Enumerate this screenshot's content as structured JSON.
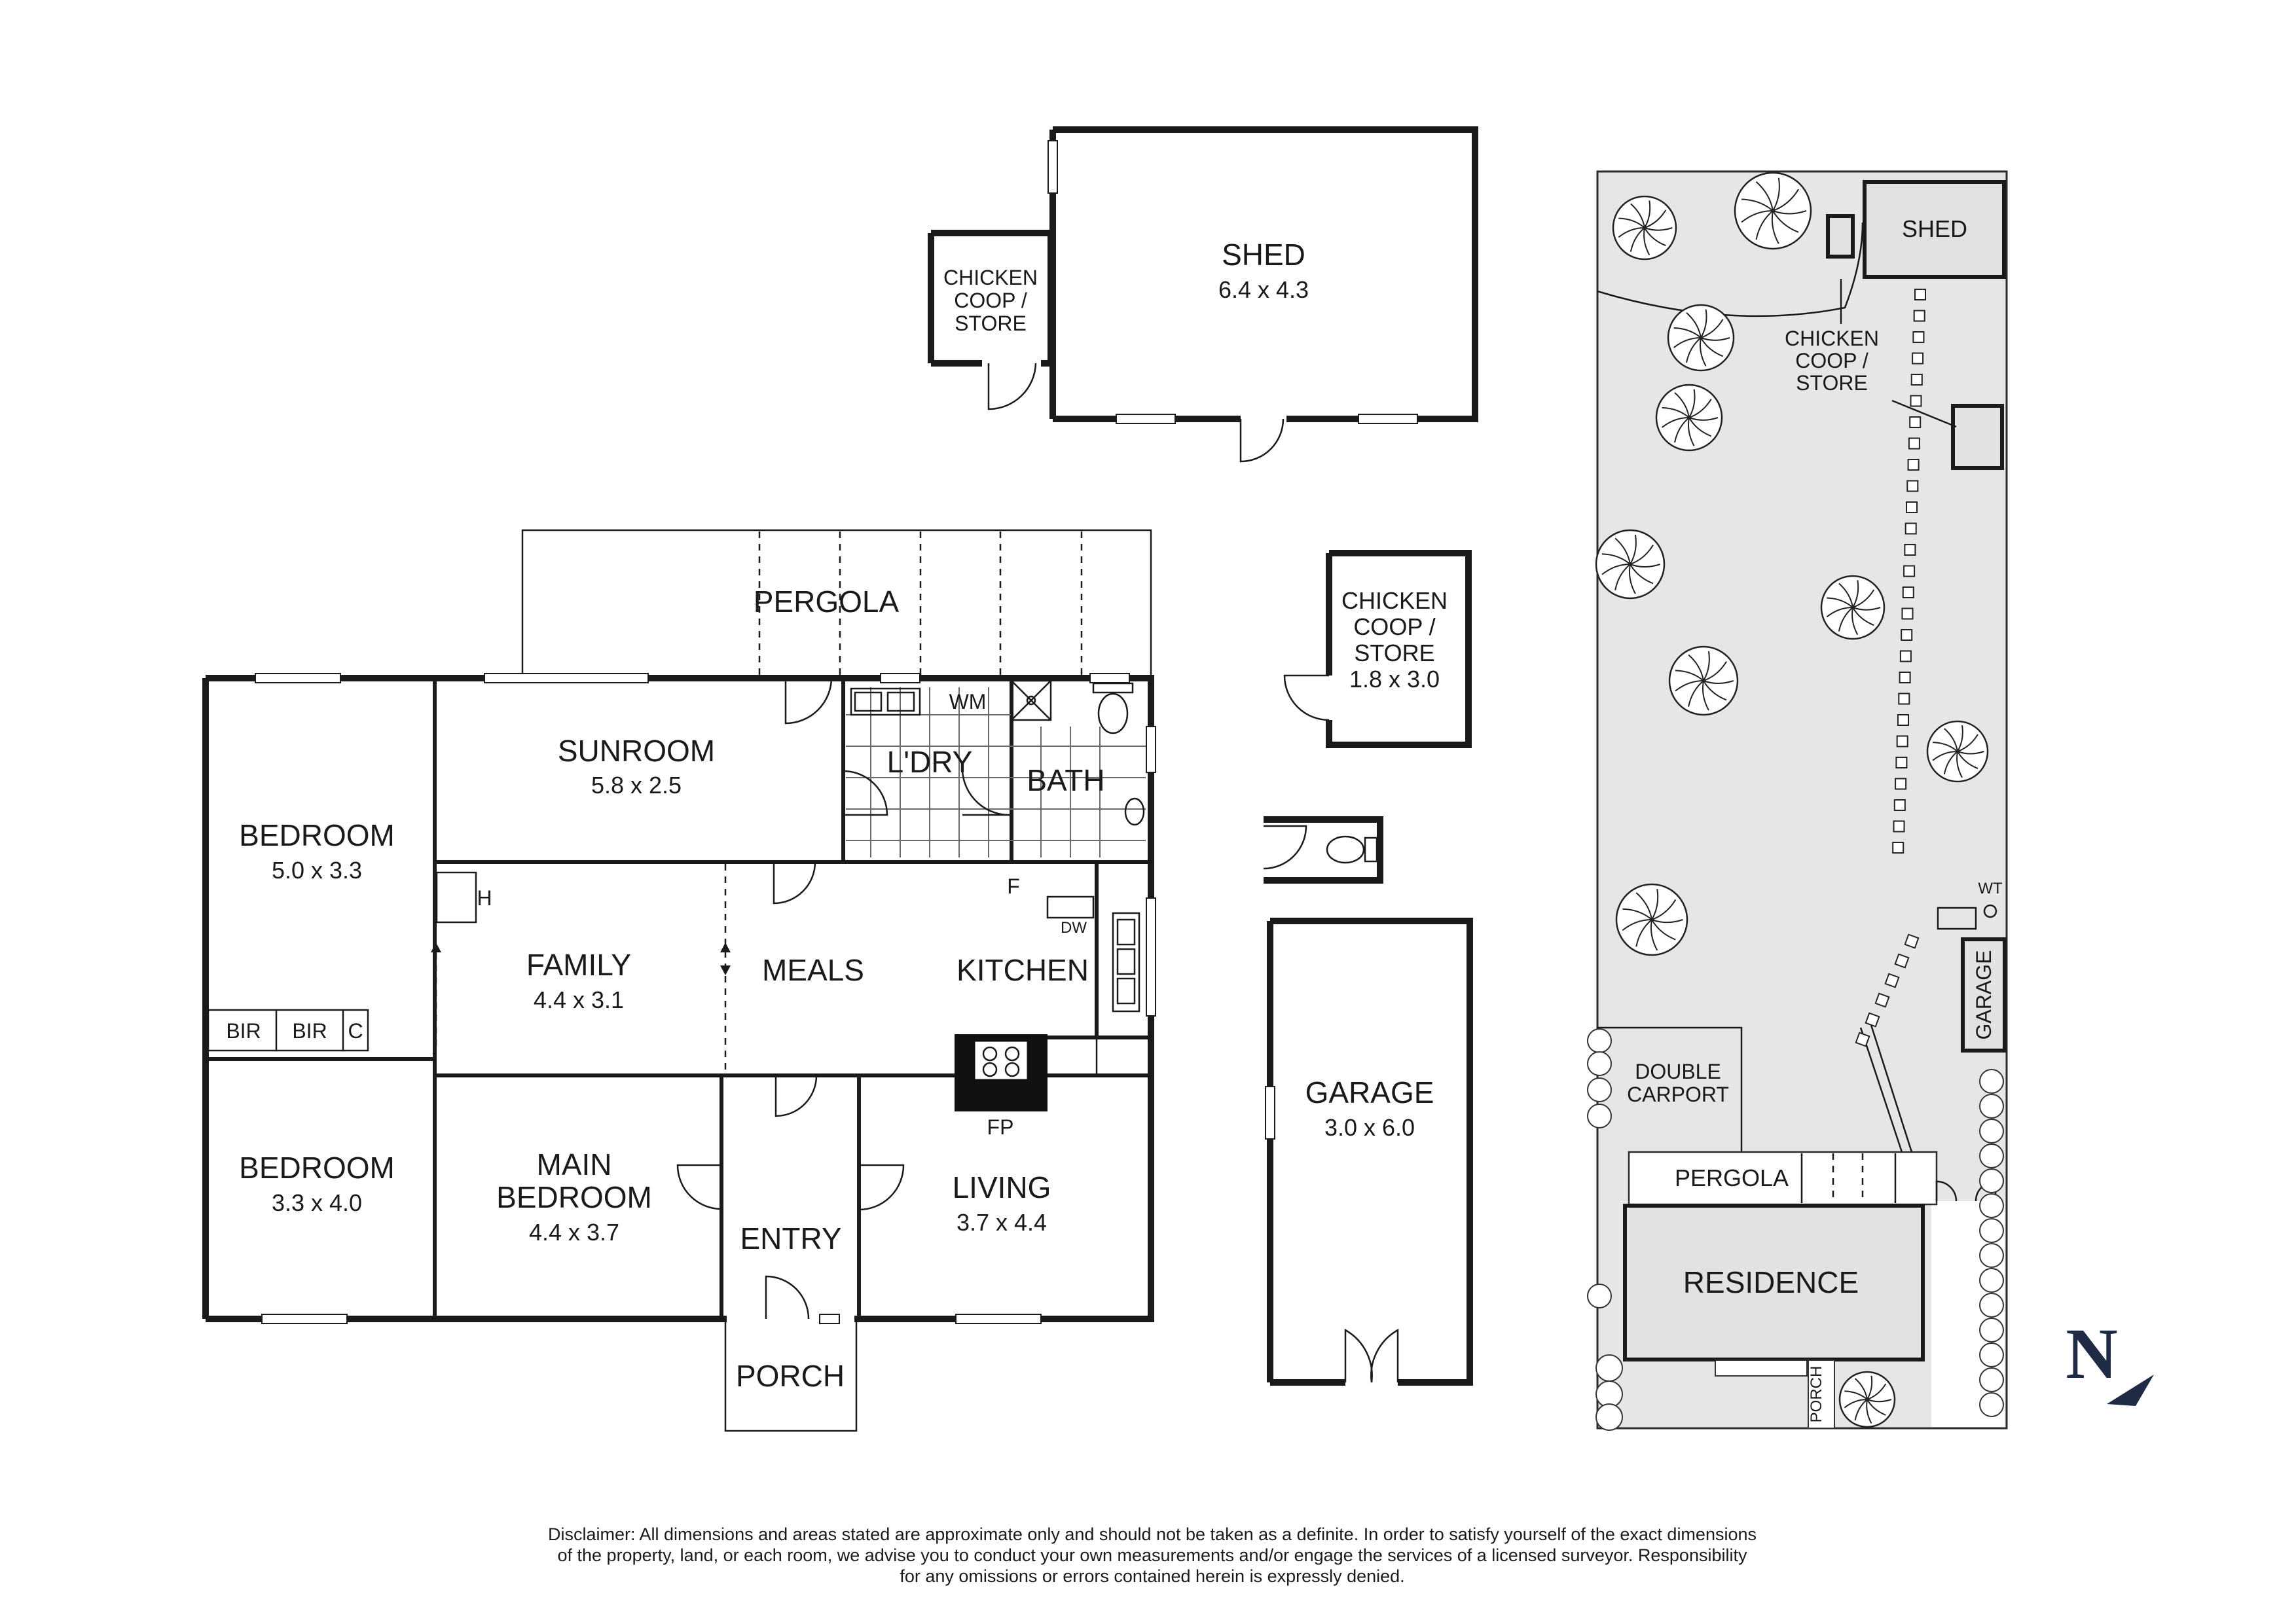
{
  "rooms": {
    "bedroom_1": {
      "name": "BEDROOM",
      "dims": "5.0 x 3.3"
    },
    "bedroom_2": {
      "name": "BEDROOM",
      "dims": "3.3 x 4.0"
    },
    "main_bedroom": {
      "name_line1": "MAIN",
      "name_line2": "BEDROOM",
      "dims": "4.4 x 3.7"
    },
    "sunroom": {
      "name": "SUNROOM",
      "dims": "5.8 x 2.5"
    },
    "family": {
      "name": "FAMILY",
      "dims": "4.4 x 3.1"
    },
    "meals": {
      "name": "MEALS"
    },
    "kitchen": {
      "name": "KITCHEN"
    },
    "laundry": {
      "name": "L'DRY"
    },
    "bath": {
      "name": "BATH"
    },
    "entry": {
      "name": "ENTRY"
    },
    "living": {
      "name": "LIVING",
      "dims": "3.7 x 4.4"
    },
    "porch": {
      "name": "PORCH"
    },
    "pergola": {
      "name": "PERGOLA"
    },
    "shed": {
      "name": "SHED",
      "dims": "6.4 x 4.3"
    },
    "chicken_coop_small": {
      "line1": "CHICKEN",
      "line2": "COOP /",
      "line3": "STORE"
    },
    "chicken_coop_large": {
      "line1": "CHICKEN",
      "line2": "COOP /",
      "line3": "STORE",
      "dims": "1.8 x 3.0"
    },
    "garage": {
      "name": "GARAGE",
      "dims": "3.0 x 6.0"
    }
  },
  "fixtures": {
    "bir": "BIR",
    "c": "C",
    "h": "H",
    "wm": "WM",
    "f": "F",
    "dw": "DW",
    "fp": "FP"
  },
  "site_plan": {
    "shed": "SHED",
    "chicken_line1": "CHICKEN",
    "chicken_line2": "COOP /",
    "chicken_line3": "STORE",
    "wt": "WT",
    "garage": "GARAGE",
    "double_carport_line1": "DOUBLE",
    "double_carport_line2": "CARPORT",
    "pergola": "PERGOLA",
    "residence": "RESIDENCE",
    "porch": "PORCH"
  },
  "compass": {
    "letter": "N"
  },
  "disclaimer": {
    "line1": "Disclaimer: All dimensions and areas stated are approximate only and should not be taken as a definite. In order to satisfy yourself of the exact dimensions",
    "line2": "of the property, land, or each room, we advise you to conduct your own measurements and/or engage the services of a licensed surveyor. Responsibility",
    "line3": "for any omissions or errors contained herein is expressly denied."
  },
  "colors": {
    "line": "#1a1a1a",
    "site_fill": "#e6e6e6",
    "compass": "#1f2a44"
  }
}
